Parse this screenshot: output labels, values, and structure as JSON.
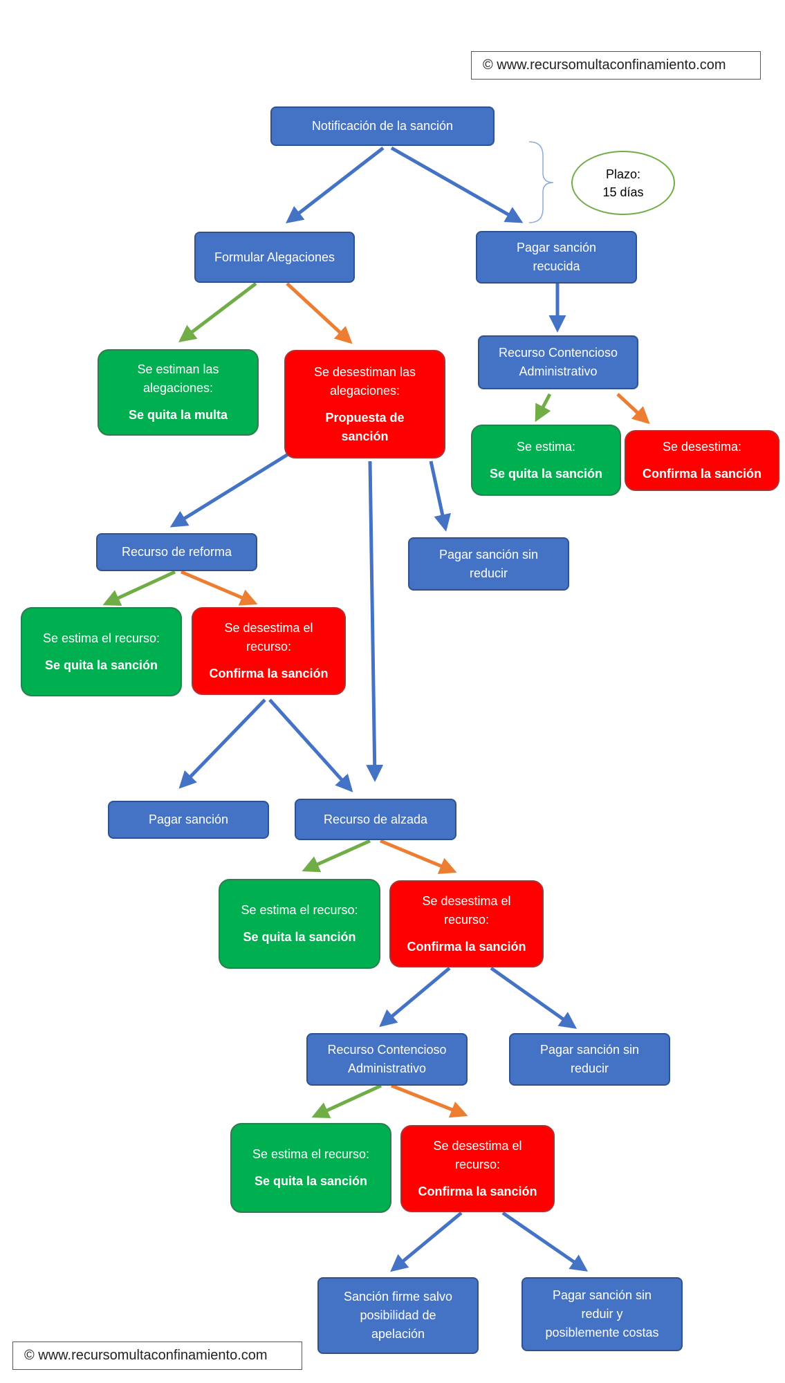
{
  "watermark": "© www.recursomultaconfinamiento.com",
  "colors": {
    "blue": "#4472c4",
    "green": "#70ad47",
    "orange": "#ed7d31",
    "red": "#ff0000",
    "green_box": "#00b050"
  },
  "nodes": {
    "notificacion": "Notificación de la sanción",
    "plazo": [
      "Plazo:",
      "15 días"
    ],
    "formular": "Formular Alegaciones",
    "pagar_reducida": [
      "Pagar sanción",
      "recucida"
    ],
    "estiman": {
      "text": [
        "Se estiman las",
        "alegaciones:"
      ],
      "bold": "Se quita la multa"
    },
    "desestiman": {
      "text": [
        "Se desestiman las",
        "alegaciones:"
      ],
      "bold": [
        "Propuesta de",
        "sanción"
      ]
    },
    "contencioso_1": [
      "Recurso Contencioso",
      "Administrativo"
    ],
    "estima_1": {
      "text": "Se estima:",
      "bold": "Se quita la sanción"
    },
    "desestima_1": {
      "text": "Se desestima:",
      "bold": "Confirma la sanción"
    },
    "reforma": "Recurso de reforma",
    "pagar_sin_reducir_1": [
      "Pagar sanción sin",
      "reducir"
    ],
    "estima_reforma": {
      "text": "Se estima el recurso:",
      "bold": "Se quita la sanción"
    },
    "desestima_reforma": {
      "text": [
        "Se desestima el",
        "recurso:"
      ],
      "bold": "Confirma la sanción"
    },
    "pagar_sancion": "Pagar sanción",
    "alzada": "Recurso de alzada",
    "estima_alzada": {
      "text": "Se estima el recurso:",
      "bold": "Se quita la sanción"
    },
    "desestima_alzada": {
      "text": [
        "Se desestima el",
        "recurso:"
      ],
      "bold": "Confirma la sanción"
    },
    "contencioso_2": [
      "Recurso Contencioso",
      "Administrativo"
    ],
    "pagar_sin_reducir_2": [
      "Pagar sanción sin",
      "reducir"
    ],
    "estima_contencioso_2": {
      "text": "Se estima el recurso:",
      "bold": "Se quita la sanción"
    },
    "desestima_contencioso_2": {
      "text": [
        "Se desestima el",
        "recurso:"
      ],
      "bold": "Confirma la sanción"
    },
    "firme": [
      "Sanción firme salvo",
      "posibilidad de",
      "apelación"
    ],
    "pagar_costas": [
      "Pagar sanción sin",
      "reduir y",
      "posiblemente costas"
    ]
  }
}
